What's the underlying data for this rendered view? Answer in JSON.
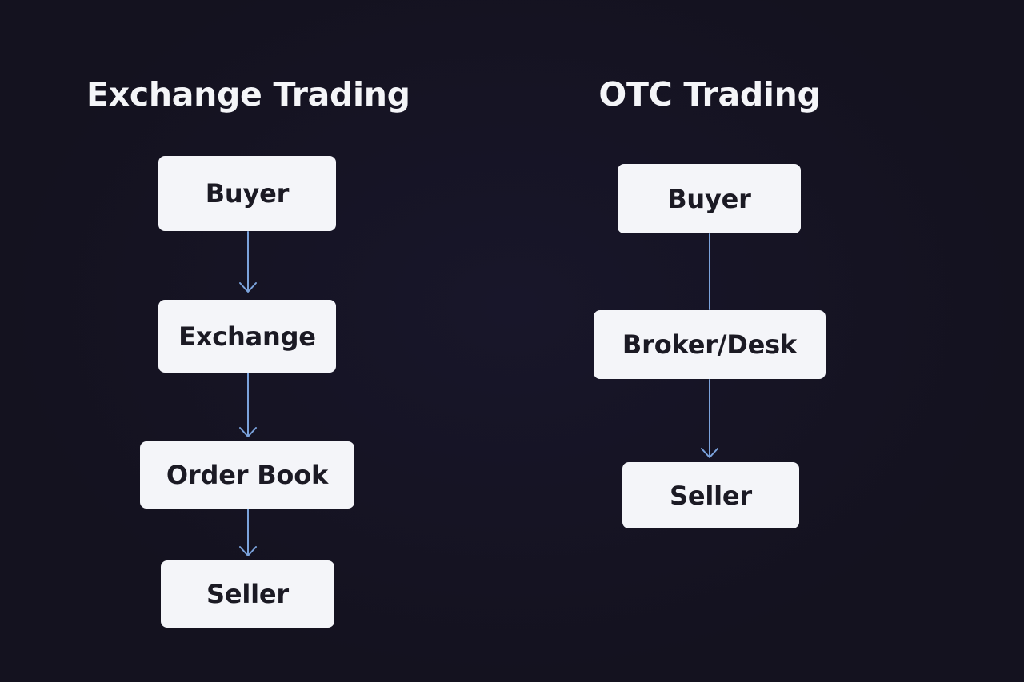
{
  "exchange": {
    "title": "Exchange Trading",
    "nodes": [
      "Buyer",
      "Exchange",
      "Order Book",
      "Seller"
    ]
  },
  "otc": {
    "title": "OTC Trading",
    "nodes": [
      "Buyer",
      "Broker/Desk",
      "Seller"
    ]
  },
  "colors": {
    "background": "#14121f",
    "node_fill": "#f4f5f9",
    "node_text": "#1b1a24",
    "title_text": "#f4f5f8",
    "connector": "#7ba3dc"
  }
}
